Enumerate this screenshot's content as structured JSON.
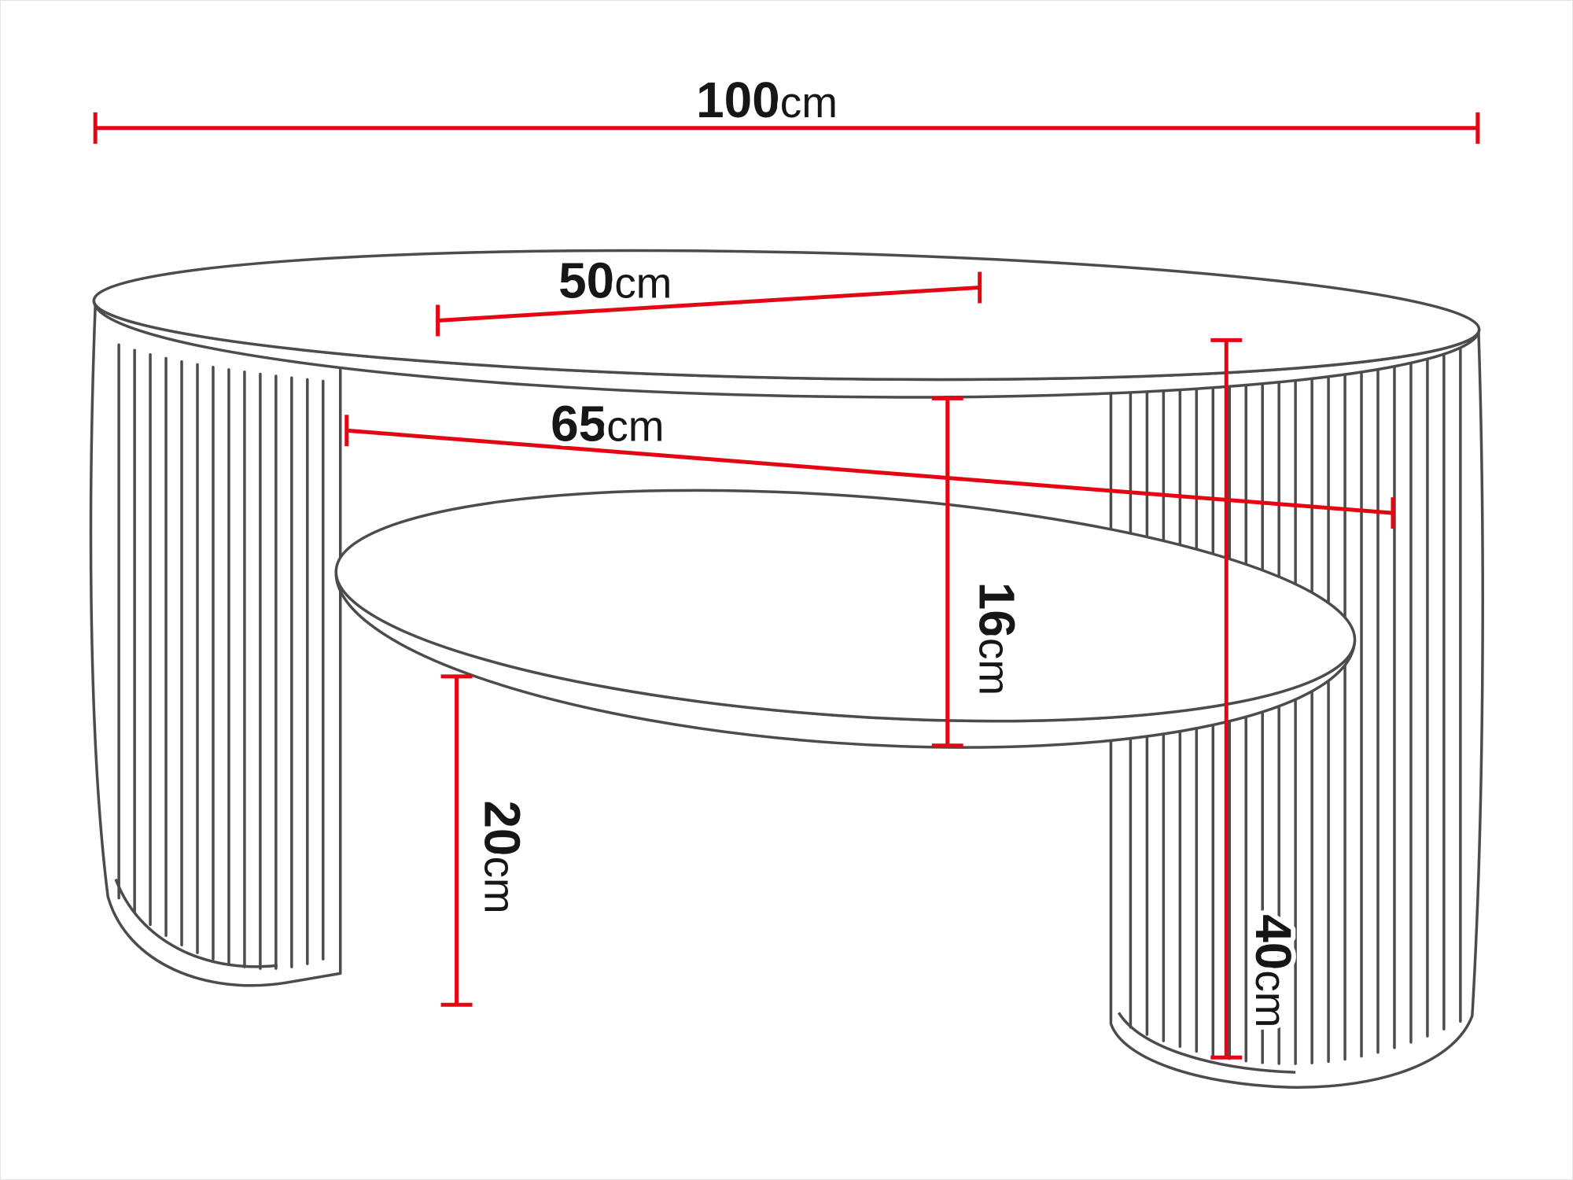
{
  "diagram": {
    "colors": {
      "dimension_line": "#e30613",
      "outline": "#4c4c4c",
      "label_text": "#161616",
      "background": "#ffffff"
    },
    "dimensions": {
      "total_width": {
        "value": "100",
        "unit": "cm"
      },
      "top_depth": {
        "value": "50",
        "unit": "cm"
      },
      "shelf_length": {
        "value": "65",
        "unit": "cm"
      },
      "top_to_shelf_gap": {
        "value": "16",
        "unit": "cm"
      },
      "under_shelf_clearance": {
        "value": "20",
        "unit": "cm"
      },
      "total_height": {
        "value": "40",
        "unit": "cm"
      }
    }
  }
}
